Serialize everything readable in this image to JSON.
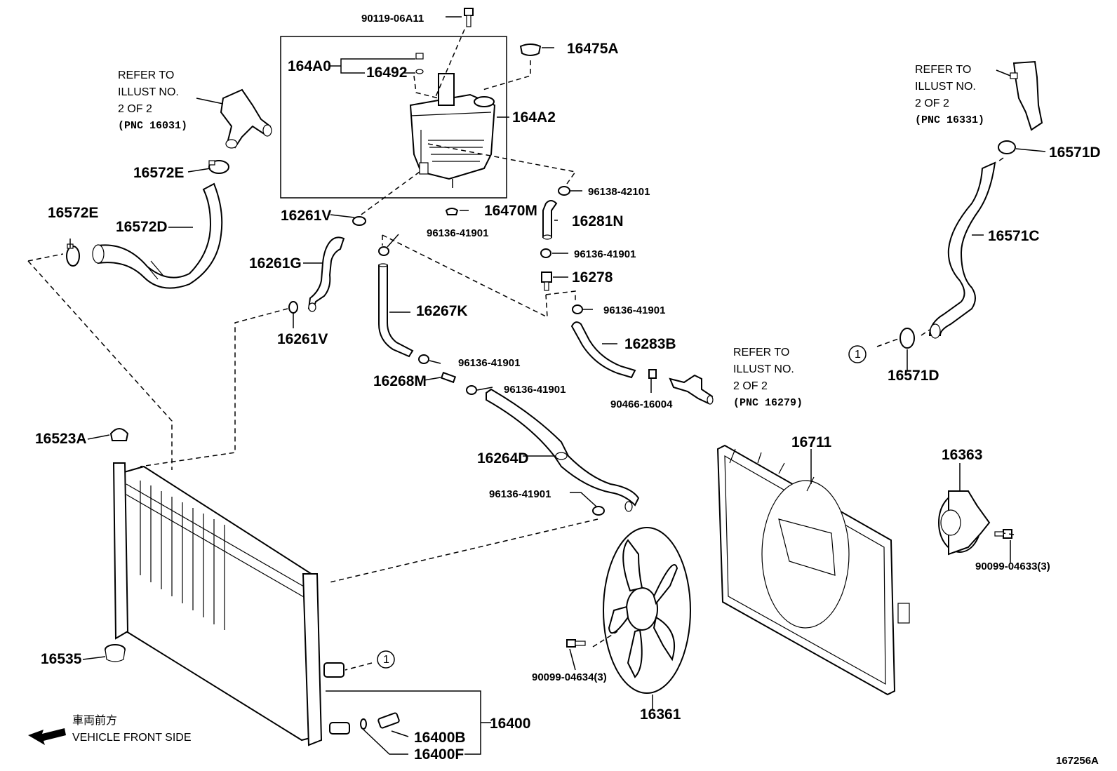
{
  "labels": {
    "p90119": "90119-06A11",
    "p16475A": "16475A",
    "p164A0": "164A0",
    "p16492": "16492",
    "p164A2": "164A2",
    "p16470M": "16470M",
    "p96138": "96138-42101",
    "p16281N": "16281N",
    "p96136_a": "96136-41901",
    "p96136_b": "96136-41901",
    "p16278": "16278",
    "p96136_c": "96136-41901",
    "p16283B": "16283B",
    "p90466": "90466-16004",
    "p16261V_top": "16261V",
    "p16261G": "16261G",
    "p16261V_bot": "16261V",
    "p16267K": "16267K",
    "p96136_d": "96136-41901",
    "p16268M": "16268M",
    "p96136_e": "96136-41901",
    "p16264D": "16264D",
    "p96136_f": "96136-41901",
    "p16572E_a": "16572E",
    "p16572E_b": "16572E",
    "p16572D": "16572D",
    "p16523A": "16523A",
    "p16535": "16535",
    "p16400": "16400",
    "p16400B": "16400B",
    "p16400F": "16400F",
    "p16711": "16711",
    "p16363": "16363",
    "p90099_04633": "90099-04633(3)",
    "p90099_04634": "90099-04634(3)",
    "p16361": "16361",
    "p16571D_a": "16571D",
    "p16571C": "16571C",
    "p16571D_b": "16571D",
    "circle1": "1",
    "diagram_id": "167256A"
  },
  "refer_notes": {
    "left": {
      "l1": "REFER TO",
      "l2": "ILLUST NO.",
      "l3": "2 OF 2",
      "l4": "(PNC 16031)"
    },
    "right": {
      "l1": "REFER TO",
      "l2": "ILLUST NO.",
      "l3": "2 OF 2",
      "l4": "(PNC 16331)"
    },
    "middle": {
      "l1": "REFER TO",
      "l2": "ILLUST NO.",
      "l3": "2 OF 2",
      "l4": "(PNC 16279)"
    }
  },
  "front_side": {
    "jp": "車両前方",
    "en": "VEHICLE FRONT SIDE"
  }
}
